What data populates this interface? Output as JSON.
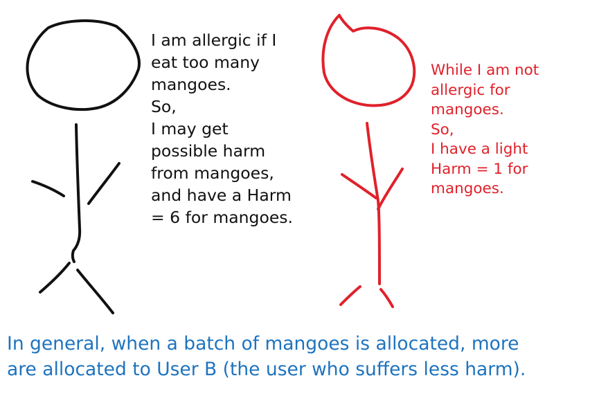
{
  "user_a": {
    "color": "#111111",
    "text": "I am allergic if I\neat too many\nmangoes.\nSo,\nI may get\npossible harm\nfrom mangoes,\nand have a Harm\n= 6 for mangoes."
  },
  "user_b": {
    "color": "#e0212b",
    "text": "While I am not\nallergic for\nmangoes.\nSo,\nI have a light\nHarm = 1 for\nmangoes."
  },
  "conclusion": {
    "color": "#1e73be",
    "text": "In general, when a batch of mangoes is allocated, more\nare allocated to User B (the user who suffers less harm)."
  }
}
